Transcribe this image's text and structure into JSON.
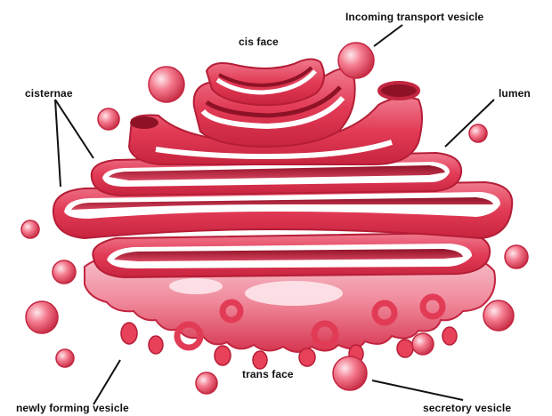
{
  "colors": {
    "background": "#ffffff",
    "membrane": "#e8415a",
    "membrane_dark": "#a3172c",
    "lumen_light": "#fbe3e8",
    "lumen_mid": "#f6b9c4",
    "label_text": "#111111",
    "leader_line": "#111111"
  },
  "labels": {
    "cis_face": "cis face",
    "incoming_vesicle": "Incoming transport vesicle",
    "cisternae": "cisternae",
    "lumen": "lumen",
    "trans_face": "trans face",
    "newly_forming_vesicle": "newly forming vesicle",
    "secretory_vesicle": "secretory vesicle"
  }
}
